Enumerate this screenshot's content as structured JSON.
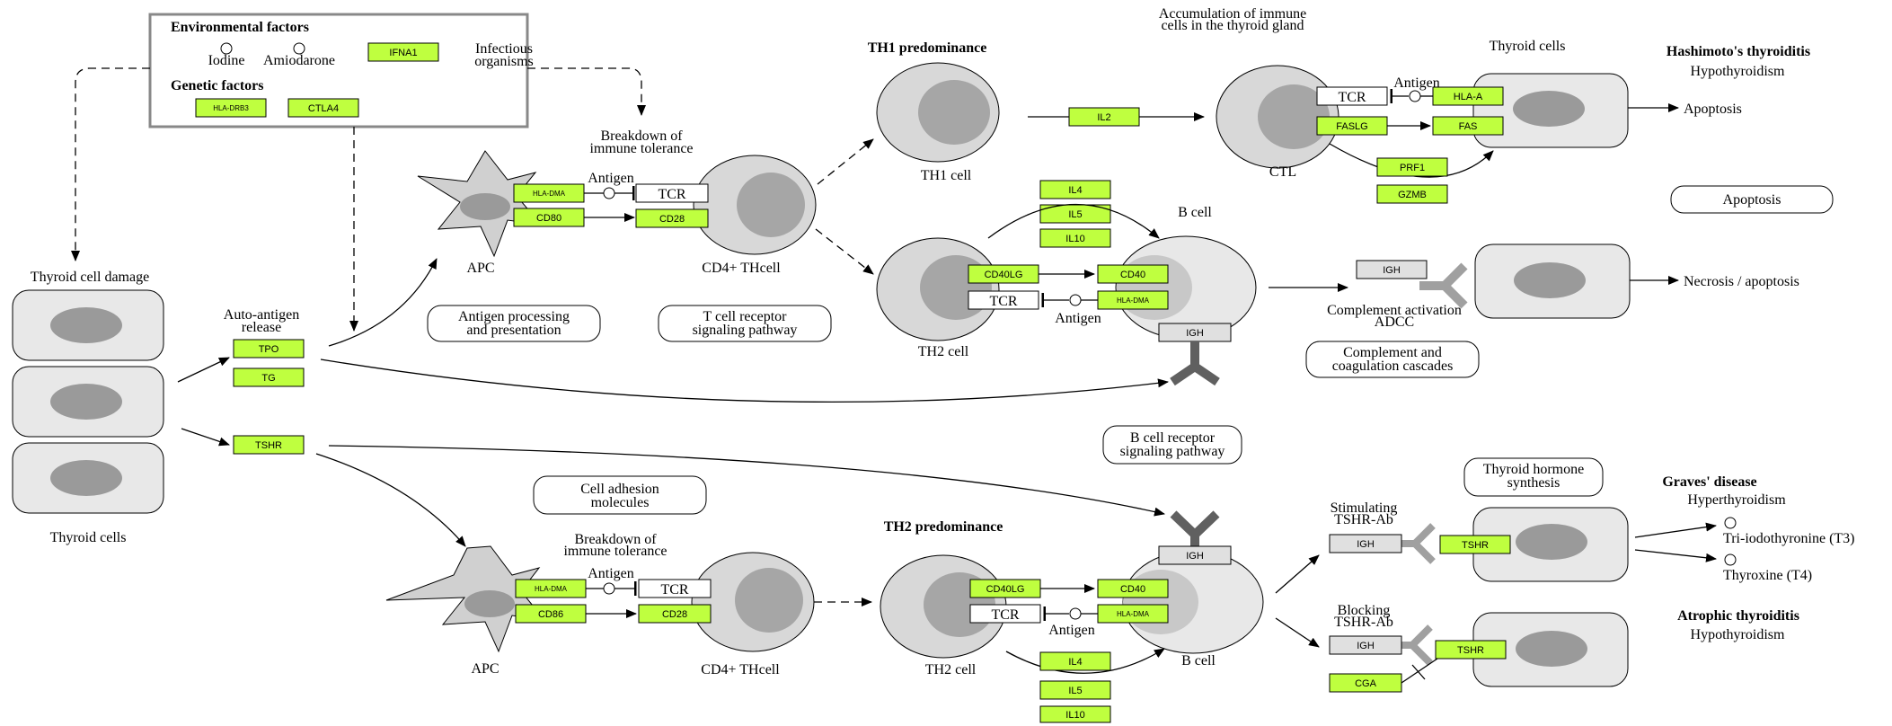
{
  "env": {
    "title": "Environmental factors",
    "iodine": "Iodine",
    "amiodarone": "Amiodarone",
    "ifna1": "IFNA1",
    "infectious1": "Infectious",
    "infectious2": "organisms",
    "genetic_title": "Genetic factors",
    "hla_drb3": "HLA-DRB3",
    "ctla4": "CTLA4"
  },
  "left": {
    "thyroid_damage": "Thyroid cell damage",
    "thyroid_cells": "Thyroid cells",
    "auto_antigen1": "Auto-antigen",
    "auto_antigen2": "release",
    "tpo": "TPO",
    "tg": "TG",
    "tshr": "TSHR"
  },
  "upper": {
    "breakdown1": "Breakdown of",
    "breakdown2": "immune tolerance",
    "antigen": "Antigen",
    "hla_dma": "HLA-DMA",
    "cd80": "CD80",
    "tcr": "TCR",
    "cd28": "CD28",
    "apc": "APC",
    "cd4": "CD4+ THcell",
    "ag_proc1": "Antigen processing",
    "ag_proc2": "and presentation",
    "tcr_path1": "T cell receptor",
    "tcr_path2": "signaling pathway"
  },
  "th1": {
    "title": "TH1 predominance",
    "cell": "TH1 cell",
    "il2": "IL2",
    "accum1": "Accumulation of immune",
    "accum2": "cells in the thyroid gland",
    "thyroid_cells": "Thyroid cells",
    "antigen": "Antigen",
    "tcr": "TCR",
    "hla_a": "HLA-A",
    "faslg": "FASLG",
    "fas": "FAS",
    "ctl": "CTL",
    "prf1": "PRF1",
    "gzmb": "GZMB",
    "apoptosis": "Apoptosis",
    "apoptosis_map": "Apoptosis",
    "hashimoto": "Hashimoto's thyroiditis",
    "hypo": "Hypothyroidism"
  },
  "th2_upper": {
    "il4": "IL4",
    "il5": "IL5",
    "il10": "IL10",
    "bcell": "B cell",
    "cd40lg": "CD40LG",
    "cd40": "CD40",
    "tcr": "TCR",
    "hla_dma": "HLA-DMA",
    "antigen": "Antigen",
    "th2cell": "TH2 cell",
    "igh": "IGH",
    "igh2": "IGH",
    "complement1": "Complement activation",
    "complement2": "ADCC",
    "necrosis": "Necrosis / apoptosis",
    "comp_map1": "Complement and",
    "comp_map2": "coagulation cascades"
  },
  "lower": {
    "bcr1": "B cell receptor",
    "bcr2": "signaling pathway",
    "adhesion1": "Cell adhesion",
    "adhesion2": "molecules",
    "breakdown1": "Breakdown of",
    "breakdown2": "immune tolerance",
    "antigen": "Antigen",
    "hla_dma": "HLA-DMA",
    "cd86": "CD86",
    "tcr": "TCR",
    "cd28": "CD28",
    "apc": "APC",
    "cd4": "CD4+ THcell",
    "th2_title": "TH2 predominance",
    "cd40lg": "CD40LG",
    "cd40": "CD40",
    "tcr2": "TCR",
    "hla_dma2": "HLA-DMA",
    "antigen2": "Antigen",
    "th2cell": "TH2 cell",
    "bcell": "B cell",
    "igh": "IGH",
    "il4": "IL4",
    "il5": "IL5",
    "il10": "IL10"
  },
  "graves": {
    "hormone1": "Thyroid hormone",
    "hormone2": "synthesis",
    "stim1": "Stimulating",
    "stim2": "TSHR-Ab",
    "igh": "IGH",
    "tshr": "TSHR",
    "title": "Graves' disease",
    "hyper": "Hyperthyroidism",
    "t3": "Tri-iodothyronine (T3)",
    "t4": "Thyroxine (T4)",
    "block1": "Blocking",
    "block2": "TSHR-Ab",
    "igh2": "IGH",
    "tshr2": "TSHR",
    "cga": "CGA",
    "atrophic": "Atrophic thyroiditis",
    "hypo": "Hypothyroidism"
  }
}
